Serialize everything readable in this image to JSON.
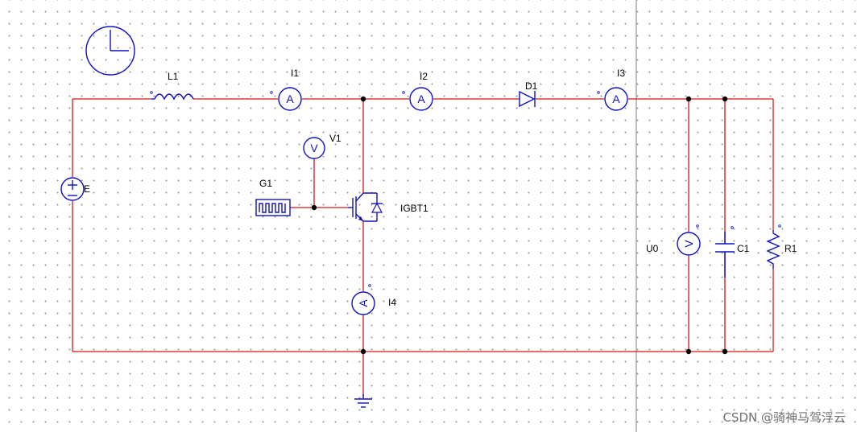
{
  "schematic": {
    "labels": {
      "inductor": "L1",
      "ammeter_1": "I1",
      "ammeter_2": "I2",
      "diode": "D1",
      "ammeter_3": "I3",
      "voltmeter_gate": "V1",
      "gate_source": "G1",
      "switch": "IGBT1",
      "ammeter_4": "I4",
      "dc_source": "E",
      "output_voltmeter": "U0",
      "capacitor": "C1",
      "resistor": "R1"
    },
    "meter_symbols": {
      "ammeter": "A",
      "voltmeter": "V"
    },
    "colors": {
      "wire": "#d01818",
      "component": "#1010c0",
      "junction": "#000000"
    }
  },
  "watermark": "CSDN @骑神马驾浮云"
}
